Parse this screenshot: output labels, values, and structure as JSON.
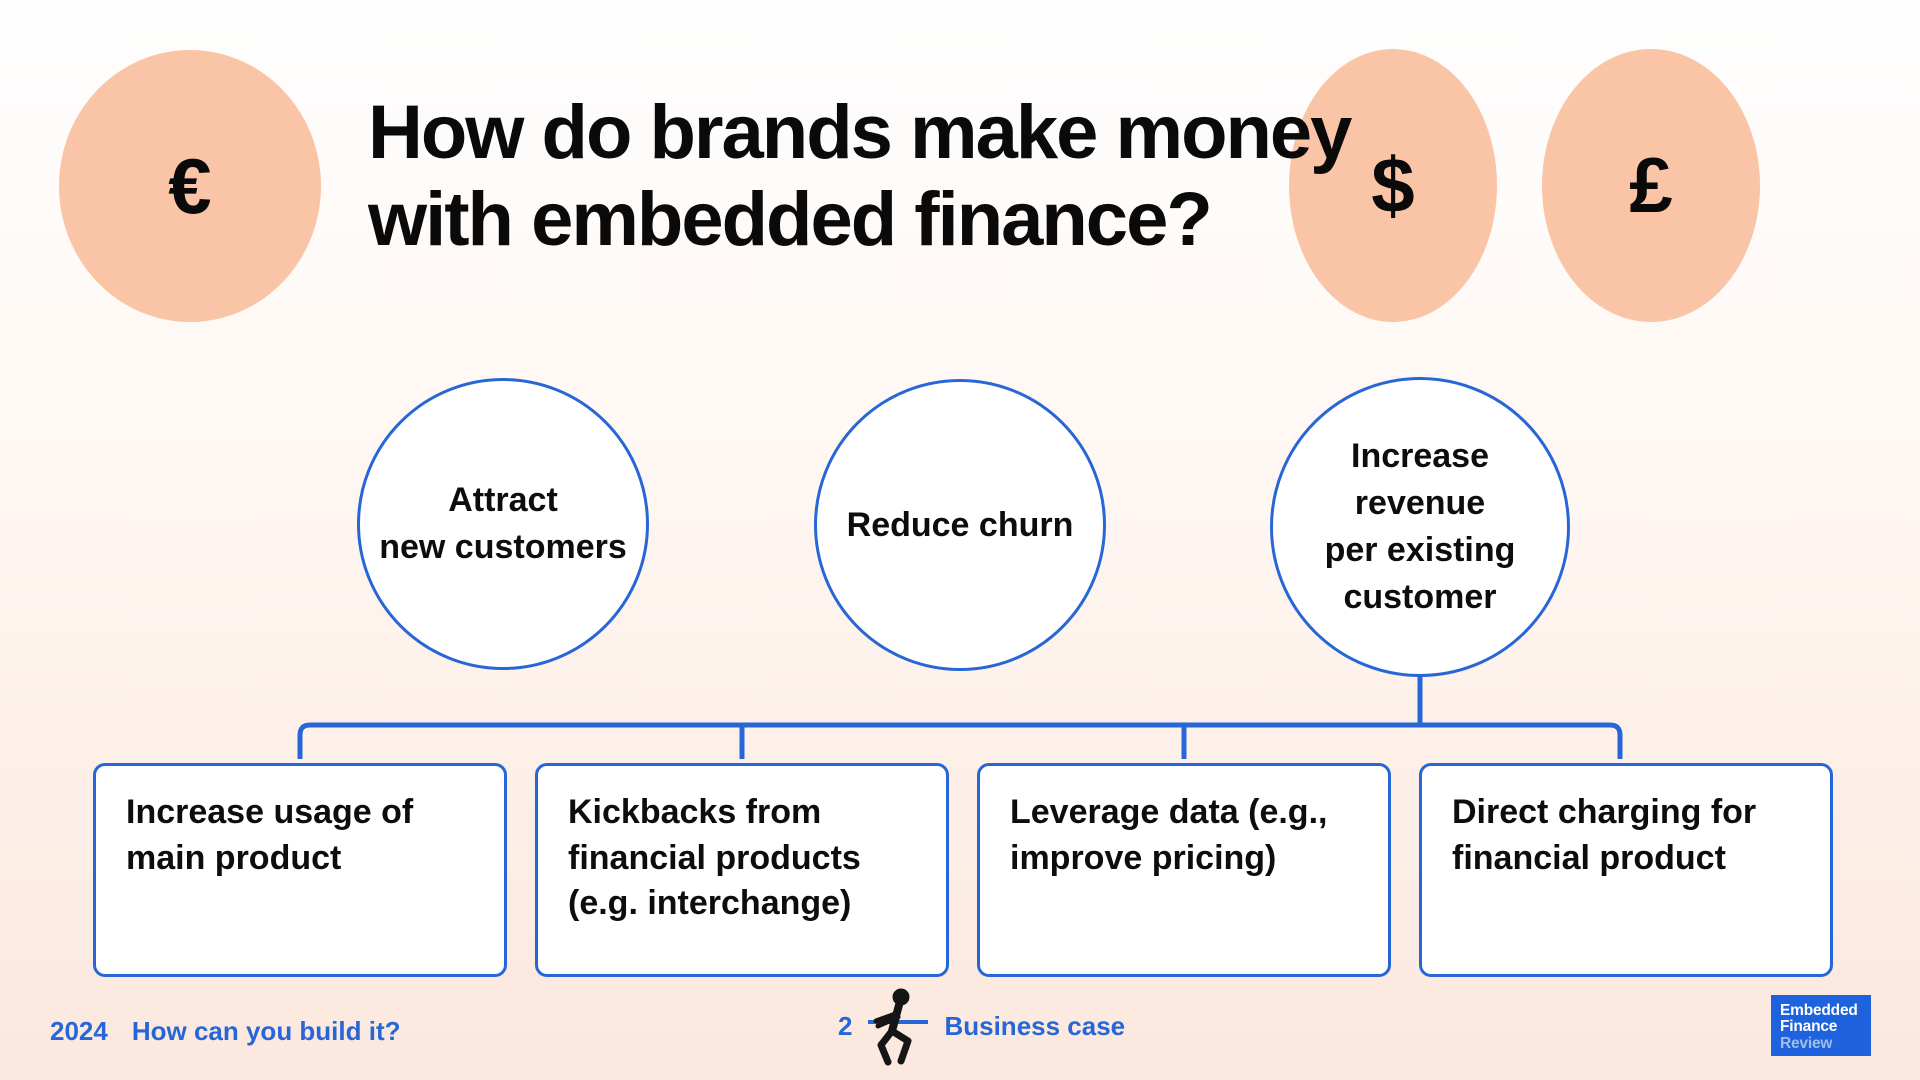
{
  "header": {
    "title": "How do brands make money\nwith embedded finance?",
    "currency_circles": [
      {
        "symbol": "€",
        "name": "euro"
      },
      {
        "symbol": "$",
        "name": "dollar"
      },
      {
        "symbol": "£",
        "name": "pound"
      }
    ]
  },
  "goals": [
    {
      "label": "Attract\nnew customers"
    },
    {
      "label": "Reduce churn"
    },
    {
      "label": "Increase\nrevenue\nper existing\ncustomer"
    }
  ],
  "revenue_methods": [
    {
      "text": "Increase usage of\nmain product"
    },
    {
      "text": "Kickbacks from\nfinancial products\n(e.g. interchange)"
    },
    {
      "text": "Leverage data (e.g.,\nimprove pricing)"
    },
    {
      "text": "Direct charging for\nfinancial product"
    }
  ],
  "footer": {
    "year": "2024",
    "left_label": "How can you build it?",
    "page_number": "2",
    "icon": "person-pulling-rope-icon",
    "section_label": "Business case"
  },
  "logo": {
    "line1": "Embedded",
    "line2": "Finance",
    "line3": "Review"
  },
  "colors": {
    "accent_blue": "#2766D6",
    "peach": "#FAC5A6",
    "logo_blue": "#1E63DD",
    "logo_review_text": "#A3BCEC",
    "text": "#0D0D0D",
    "bg_top": "#FEFEFE",
    "bg_bottom": "#FBE8DE"
  }
}
